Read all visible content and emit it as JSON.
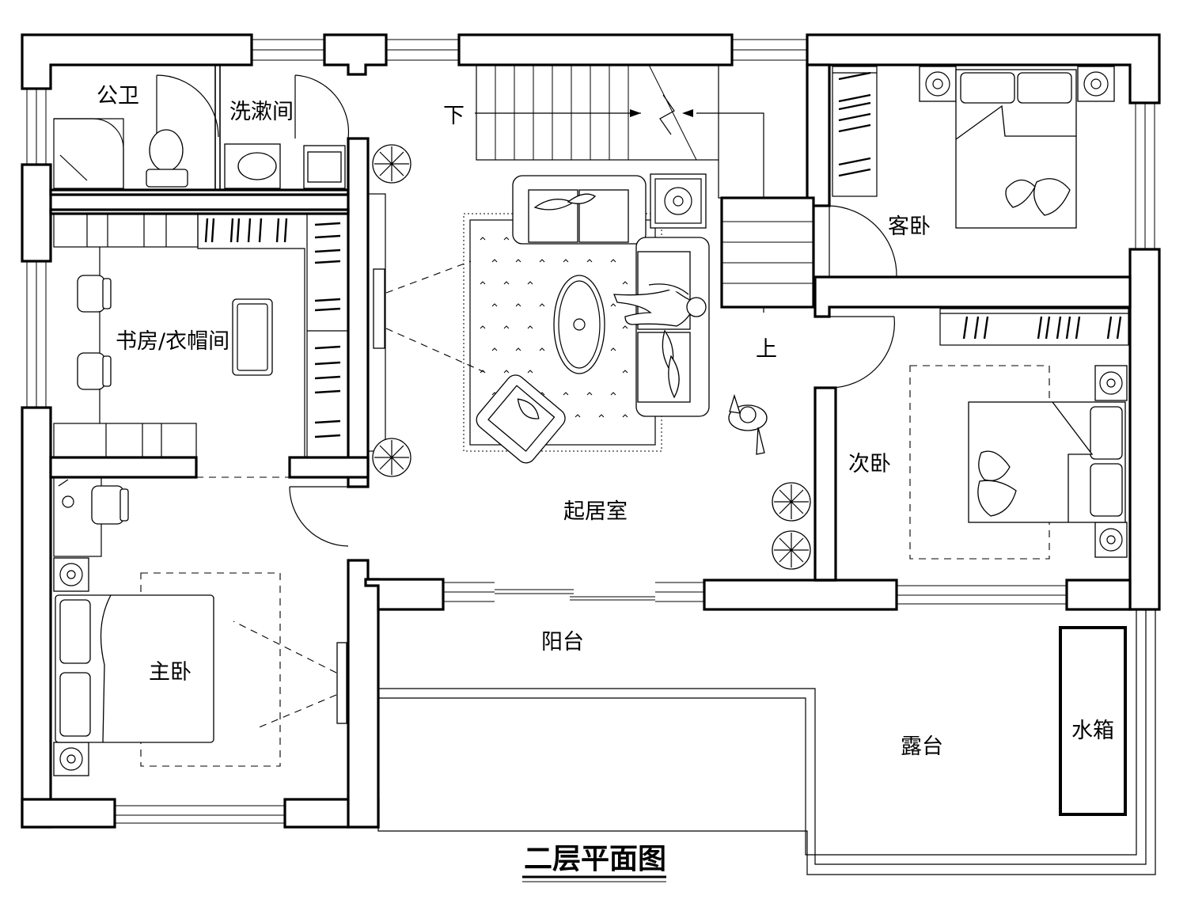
{
  "plan": {
    "title": "二层平面图",
    "stair_down": "下",
    "stair_up": "上",
    "rooms": {
      "public_bath": "公卫",
      "wash_room": "洗漱间",
      "study": "书房/衣帽间",
      "living": "起居室",
      "guest_bed": "客卧",
      "second_bed": "次卧",
      "master_bed": "主卧",
      "balcony": "阳台",
      "terrace": "露台",
      "water_tank": "水箱"
    }
  }
}
